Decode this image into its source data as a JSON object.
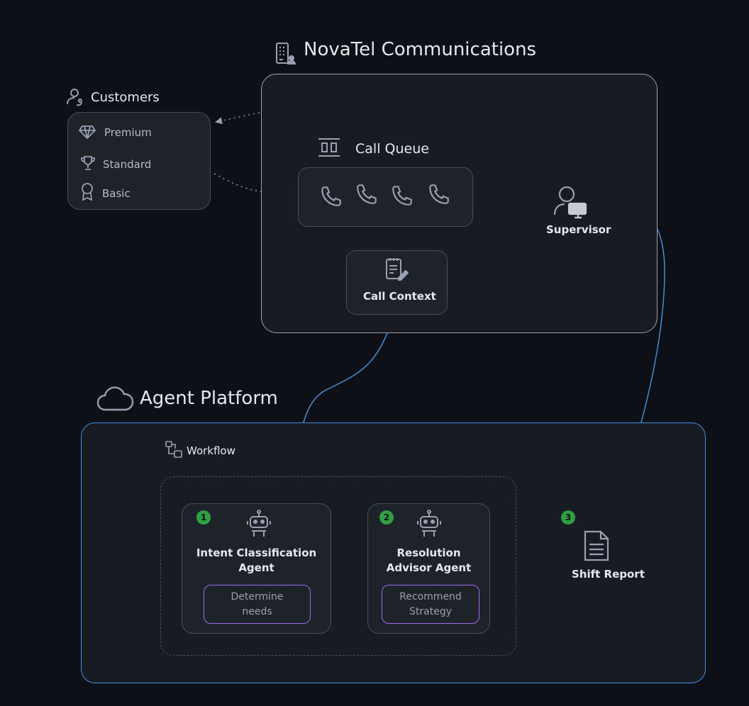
{
  "top_group": {
    "title": "NovaTel Communications"
  },
  "customers": {
    "title": "Customers",
    "tiers": [
      {
        "label": "Premium",
        "icon": "diamond-icon"
      },
      {
        "label": "Standard",
        "icon": "trophy-icon"
      },
      {
        "label": "Basic",
        "icon": "award-ribbon-icon"
      }
    ]
  },
  "call_queue": {
    "title": "Call Queue",
    "items": [
      "phone-icon",
      "phone-icon",
      "phone-icon",
      "phone-icon"
    ]
  },
  "supervisor": {
    "label": "Supervisor"
  },
  "call_context": {
    "label": "Call Context"
  },
  "platform": {
    "title": "Agent Platform"
  },
  "workflow": {
    "title": "Workflow",
    "steps": [
      {
        "number": "1",
        "title_line1": "Intent Classification",
        "title_line2": "Agent",
        "task_line1": "Determine",
        "task_line2": "needs"
      },
      {
        "number": "2",
        "title_line1": "Resolution",
        "title_line2": "Advisor Agent",
        "task_line1": "Recommend",
        "task_line2": "Strategy"
      },
      {
        "number": "3",
        "title_line1": "Shift Report"
      }
    ]
  },
  "colors": {
    "background": "#0d1117",
    "panel": "#181c22",
    "panel_border": "#9aa0a8",
    "platform_border": "#3f8ee8",
    "arrow_blue": "#4a9ef0",
    "dotted_gray": "#8b9098",
    "step_badge": "#2ea043",
    "task_border": "#a06cf0"
  }
}
